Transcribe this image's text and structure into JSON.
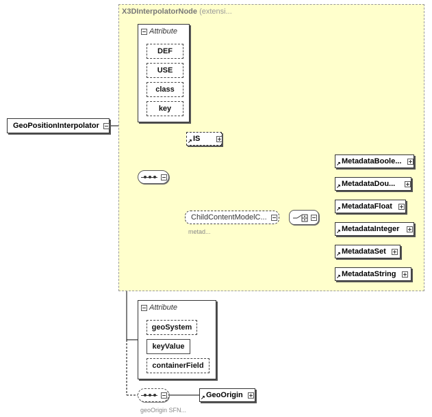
{
  "type_region": {
    "name": "X3DInterpolatorNode",
    "suffix": "(extensi..."
  },
  "root": {
    "label": "GeoPositionInterpolator"
  },
  "attribute_group_inherited": {
    "title": "Attribute",
    "attributes": [
      "DEF",
      "USE",
      "class",
      "key"
    ]
  },
  "sequence_inherited": {
    "is_element": "IS",
    "child_content_model": "ChildContentModelC...",
    "child_content_note": "metad...",
    "metadata_elements": [
      "MetadataBoole...",
      "MetadataDou...",
      "MetadataFloat",
      "MetadataInteger",
      "MetadataSet",
      "MetadataString"
    ]
  },
  "attribute_group_own": {
    "title": "Attribute",
    "attributes": [
      "geoSystem",
      "keyValue",
      "containerField"
    ]
  },
  "geo_origin": {
    "element": "GeoOrigin",
    "note": "geoOrigin SFN..."
  }
}
